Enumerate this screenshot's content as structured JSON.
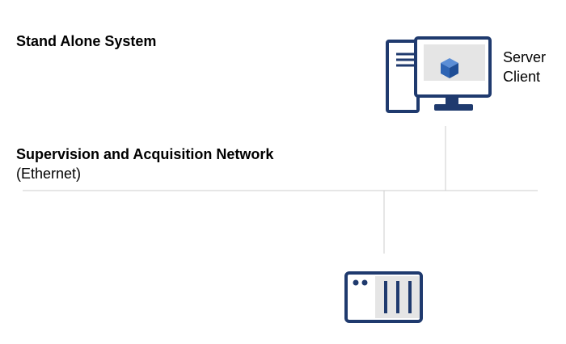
{
  "title": "Stand Alone System",
  "network": {
    "label": "Supervision and Acquisition Network",
    "sublabel": "(Ethernet)"
  },
  "computer": {
    "icon": "computer-icon",
    "roles": [
      "Server",
      "Client"
    ]
  },
  "device": {
    "icon": "acquisition-device-icon"
  },
  "colors": {
    "icon_stroke": "#1f3a6e",
    "icon_fill": "#e5e5e5",
    "cube": "#2e64b4",
    "line": "#cccccc"
  }
}
